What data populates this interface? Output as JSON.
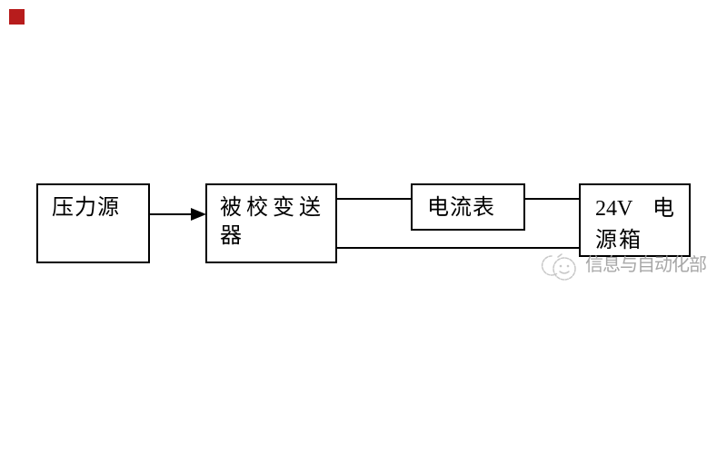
{
  "colors": {
    "background": "#ffffff",
    "box_border": "#000000",
    "line": "#000000",
    "text": "#000000",
    "red_square": "#b71c1c",
    "watermark_text": "#9e9e9e",
    "watermark_icon_stroke": "#c2c2c2"
  },
  "diagram": {
    "boxes": [
      {
        "id": "pressure-source",
        "label": "压力源"
      },
      {
        "id": "calibrated-transmitter",
        "label": "被校变送器",
        "line1": "被校变送",
        "line2": "器"
      },
      {
        "id": "ammeter",
        "label": "电流表"
      },
      {
        "id": "power-supply-box",
        "label": "24V 电源箱",
        "line1_left": "24V",
        "line1_right": "电",
        "line2": "源箱"
      }
    ],
    "connections": [
      {
        "from": "pressure-source",
        "to": "calibrated-transmitter",
        "type": "arrow"
      },
      {
        "from": "calibrated-transmitter",
        "to": "ammeter",
        "type": "line",
        "rail": "top"
      },
      {
        "from": "ammeter",
        "to": "power-supply-box",
        "type": "line",
        "rail": "top"
      },
      {
        "from": "calibrated-transmitter",
        "to": "power-supply-box",
        "type": "line",
        "rail": "bottom"
      }
    ]
  },
  "watermark": {
    "icon": "moon-face-logo-icon",
    "text": "信息与自动化部"
  }
}
